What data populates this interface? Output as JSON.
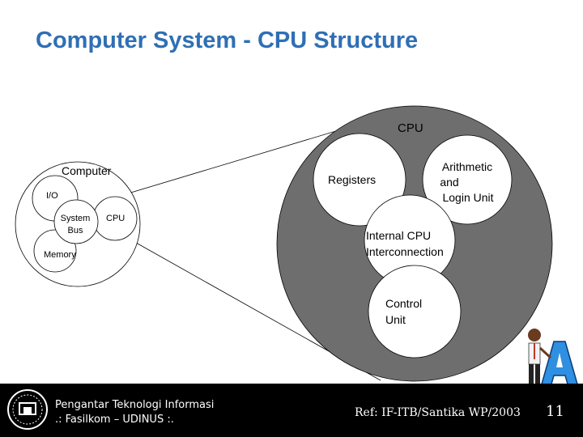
{
  "title": "Computer System - CPU Structure",
  "computer": {
    "label": "Computer",
    "io": "I/O",
    "system_bus": [
      "System",
      "Bus"
    ],
    "cpu": "CPU",
    "memory": "Memory"
  },
  "cpu_detail": {
    "label": "CPU",
    "registers": "Registers",
    "alu": [
      "Arithmetic",
      "and",
      "Login Unit"
    ],
    "interconnect": [
      "Internal CPU",
      "Interconnection"
    ],
    "control": [
      "Control",
      "Unit"
    ]
  },
  "footer": {
    "left_line1": "Pengantar Teknologi Informasi",
    "left_line2": ".: Fasilkom – UDINUS :.",
    "ref": "Ref: IF-ITB/Santika WP/2003",
    "page": "11"
  },
  "colors": {
    "title": "#2f6fb4",
    "big_circle": "#6e6e6e",
    "footer_bg": "#000000"
  },
  "icons": [
    "university-seal-icon",
    "cartoon-mascot-icon"
  ]
}
